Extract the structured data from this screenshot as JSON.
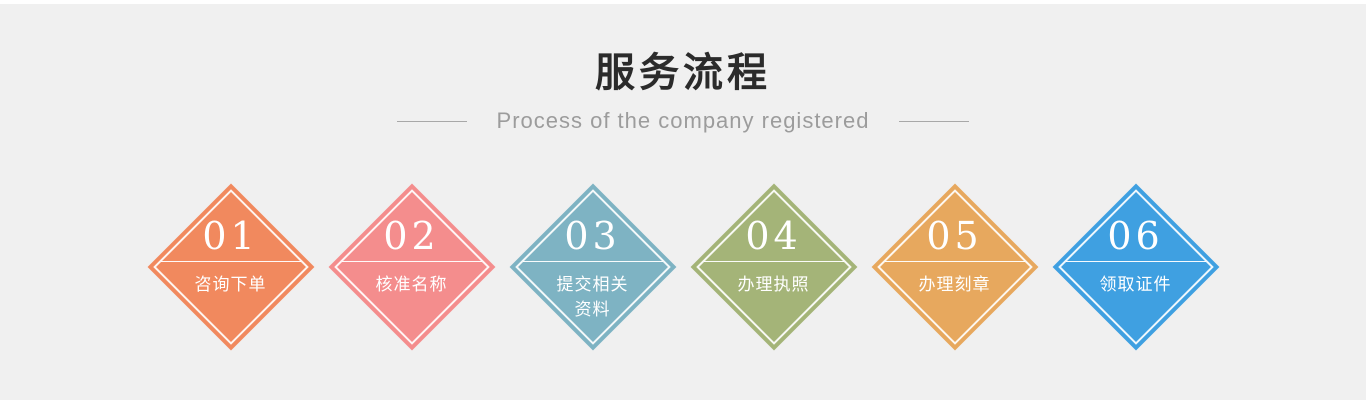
{
  "page": {
    "background_color": "#f0f0f0",
    "top_strip_color": "#ffffff"
  },
  "header": {
    "title": "服务流程",
    "subtitle": "Process of the company registered"
  },
  "steps": [
    {
      "number": "01",
      "label": "咨询下单",
      "color": "#f1895e"
    },
    {
      "number": "02",
      "label": "核准名称",
      "color": "#f48d8d"
    },
    {
      "number": "03",
      "label": "提交相关资料",
      "color": "#7eb3c3"
    },
    {
      "number": "04",
      "label": "办理执照",
      "color": "#a4b478"
    },
    {
      "number": "05",
      "label": "办理刻章",
      "color": "#e7a85e"
    },
    {
      "number": "06",
      "label": "领取证件",
      "color": "#3fa0e1"
    }
  ]
}
